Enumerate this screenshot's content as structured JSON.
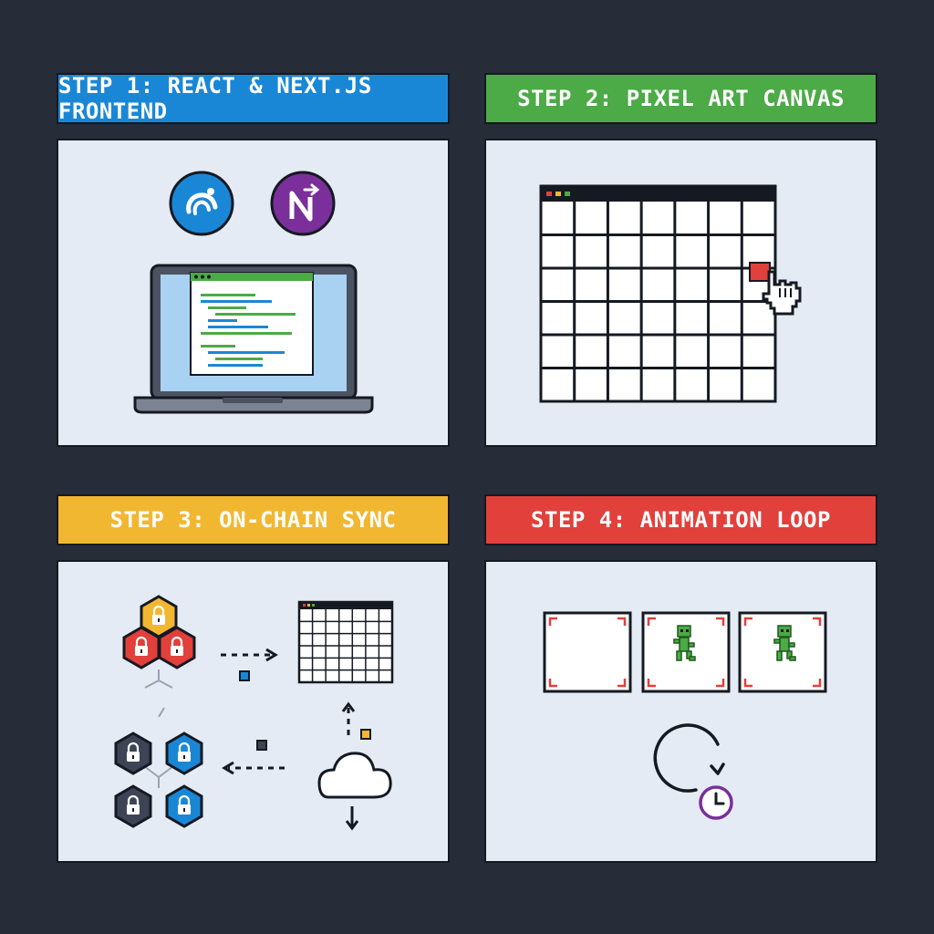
{
  "steps": [
    {
      "title": "STEP 1: REACT & NEXT.JS FRONTEND",
      "color": "#1a87d6",
      "text_color": "#ffffff"
    },
    {
      "title": "STEP 2: PIXEL ART CANVAS",
      "color": "#4caa47",
      "text_color": "#ffffff"
    },
    {
      "title": "STEP 3: ON-CHAIN SYNC",
      "color": "#f2b731",
      "text_color": "#ffffff"
    },
    {
      "title": "STEP 4: ANIMATION LOOP",
      "color": "#e2403b",
      "text_color": "#ffffff"
    }
  ],
  "icons": {
    "step1": [
      "react-logo-icon",
      "nextjs-logo-icon",
      "laptop-code-editor-icon"
    ],
    "step2": [
      "pixel-grid-canvas-icon",
      "pointer-hand-icon",
      "red-pixel-icon"
    ],
    "step3": [
      "blockchain-hexagon-icon",
      "lock-icon",
      "mini-canvas-icon",
      "cloud-sync-icon",
      "arrow-icon"
    ],
    "step4": [
      "animation-frame-icon",
      "green-sprite-icon",
      "loop-arrow-icon",
      "clock-icon"
    ]
  }
}
